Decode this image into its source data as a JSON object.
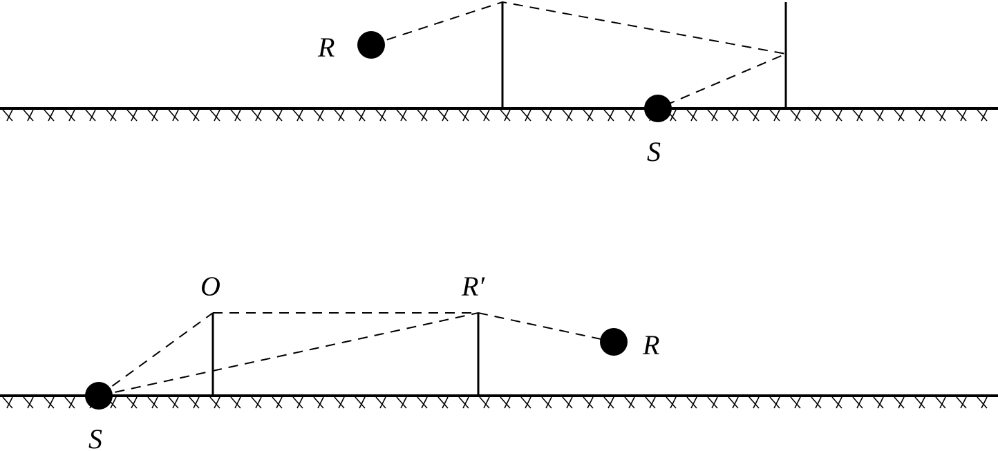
{
  "top_panel": {
    "label_receiver": "R",
    "label_source": "S"
  },
  "bottom_panel": {
    "label_source": "S",
    "label_edge": "O",
    "label_image": "R′",
    "label_receiver": "R"
  },
  "colors": {
    "ink": "#000000",
    "background": "#ffffff"
  }
}
